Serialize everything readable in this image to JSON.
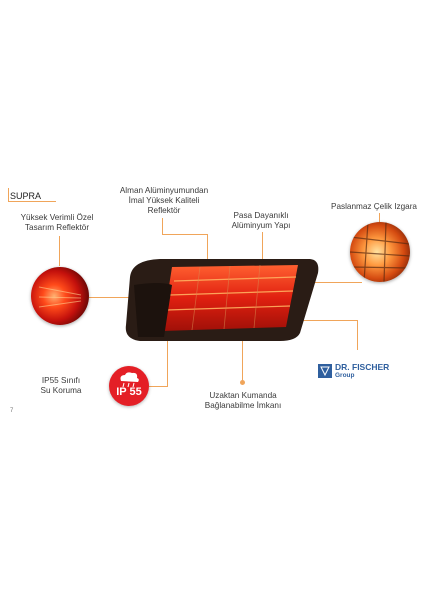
{
  "tag": "SUPRA",
  "page_number": "7",
  "features": {
    "reflector": [
      "Yüksek Verimli Özel",
      "Tasarım Reflektör"
    ],
    "aluminium": [
      "Alman Alüminyumundan",
      "İmal Yüksek Kaliteli",
      "Reflektör"
    ],
    "rust_proof": [
      "Pasa Dayanıklı",
      "Alüminyum Yapı"
    ],
    "grille": [
      "Paslanmaz Çelik Izgara"
    ],
    "ip55": [
      "IP55 Sınıfı",
      "Su Koruma"
    ],
    "remote": [
      "Uzaktan Kumanda",
      "Bağlanabilme İmkanı"
    ]
  },
  "badge": {
    "text": "IP 55"
  },
  "logo": {
    "name": "DR. FISCHER",
    "group": "Group"
  },
  "colors": {
    "accent": "#f0a55a",
    "badge_red": "#e41f26",
    "logo_blue": "#2f5f9e"
  }
}
